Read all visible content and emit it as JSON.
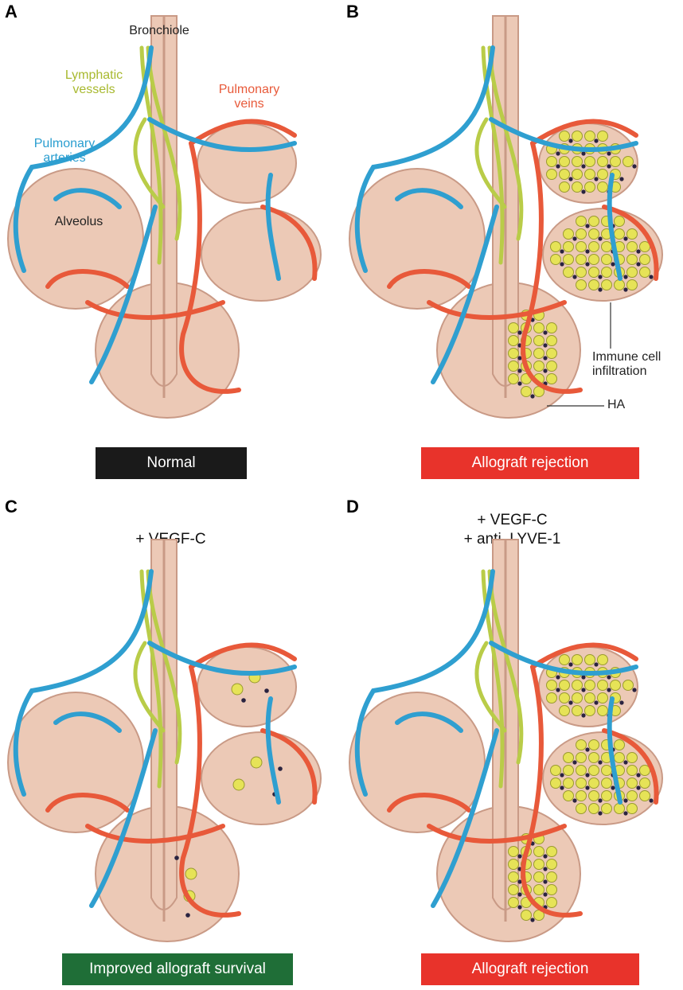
{
  "panels": [
    {
      "letter": "A",
      "title": "",
      "banner": "Normal",
      "banner_color": "#1a1a1a",
      "cells": "none"
    },
    {
      "letter": "B",
      "title": "",
      "banner": "Allograft rejection",
      "banner_color": "#e8332b",
      "cells": "many"
    },
    {
      "letter": "C",
      "title": "+ VEGF-C",
      "banner": "Improved allograft survival",
      "banner_color": "#1f6e37",
      "cells": "few"
    },
    {
      "letter": "D",
      "title_line1": "+ VEGF-C",
      "title_line2": "+ anti–LYVE-1",
      "banner": "Allograft rejection",
      "banner_color": "#e8332b",
      "cells": "many"
    }
  ],
  "labels": {
    "bronchiole": "Bronchiole",
    "lymphatic_line1": "Lymphatic",
    "lymphatic_line2": "vessels",
    "veins_line1": "Pulmonary",
    "veins_line2": "veins",
    "arteries_line1": "Pulmonary",
    "arteries_line2": "arteries",
    "alveolus": "Alveolus",
    "immune_line1": "Immune cell",
    "immune_line2": "infiltration",
    "ha": "HA"
  },
  "colors": {
    "tissue": "#ecc9b6",
    "tissue_shadow": "#c99a86",
    "artery": "#2f9fd0",
    "vein": "#e8593a",
    "lymphatic": "#b9cc48",
    "immune_cell": "#e6e357",
    "ha_dot": "#2a2340"
  }
}
